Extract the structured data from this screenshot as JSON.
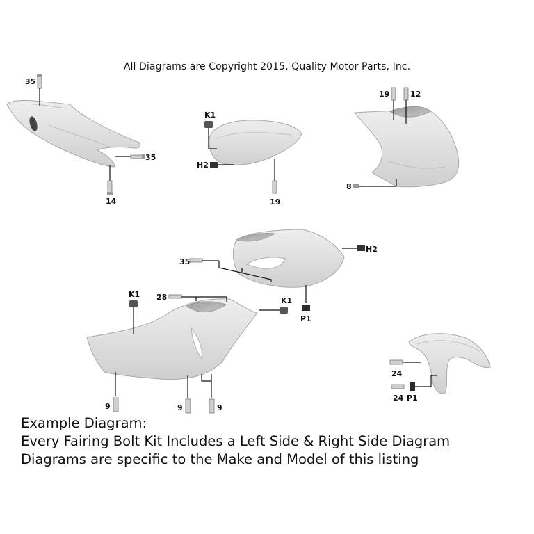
{
  "copyright": "All Diagrams are Copyright 2015, Quality Motor Parts, Inc.",
  "labels": {
    "tail_top": "35",
    "tail_side": "35",
    "tail_bottom": "14",
    "tank_k1": "K1",
    "tank_h2": "H2",
    "tank_19": "19",
    "nose_19": "19",
    "nose_12": "12",
    "nose_8": "8",
    "mid_35": "35",
    "mid_h2": "H2",
    "mid_k1": "K1",
    "mid_p1": "P1",
    "low_k1": "K1",
    "low_28": "28",
    "low_9a": "9",
    "low_9b": "9",
    "low_9c": "9",
    "fender_24a": "24",
    "fender_24b": "24",
    "fender_p1": "P1"
  },
  "caption": {
    "line1": "Example Diagram:",
    "line2": "Every Fairing Bolt Kit Includes a Left Side & Right Side Diagram",
    "line3": "Diagrams are specific to the Make and Model of this listing"
  },
  "colors": {
    "part_fill": "#dcdcdc",
    "part_stroke": "#a8a8a8",
    "line": "#111111"
  }
}
